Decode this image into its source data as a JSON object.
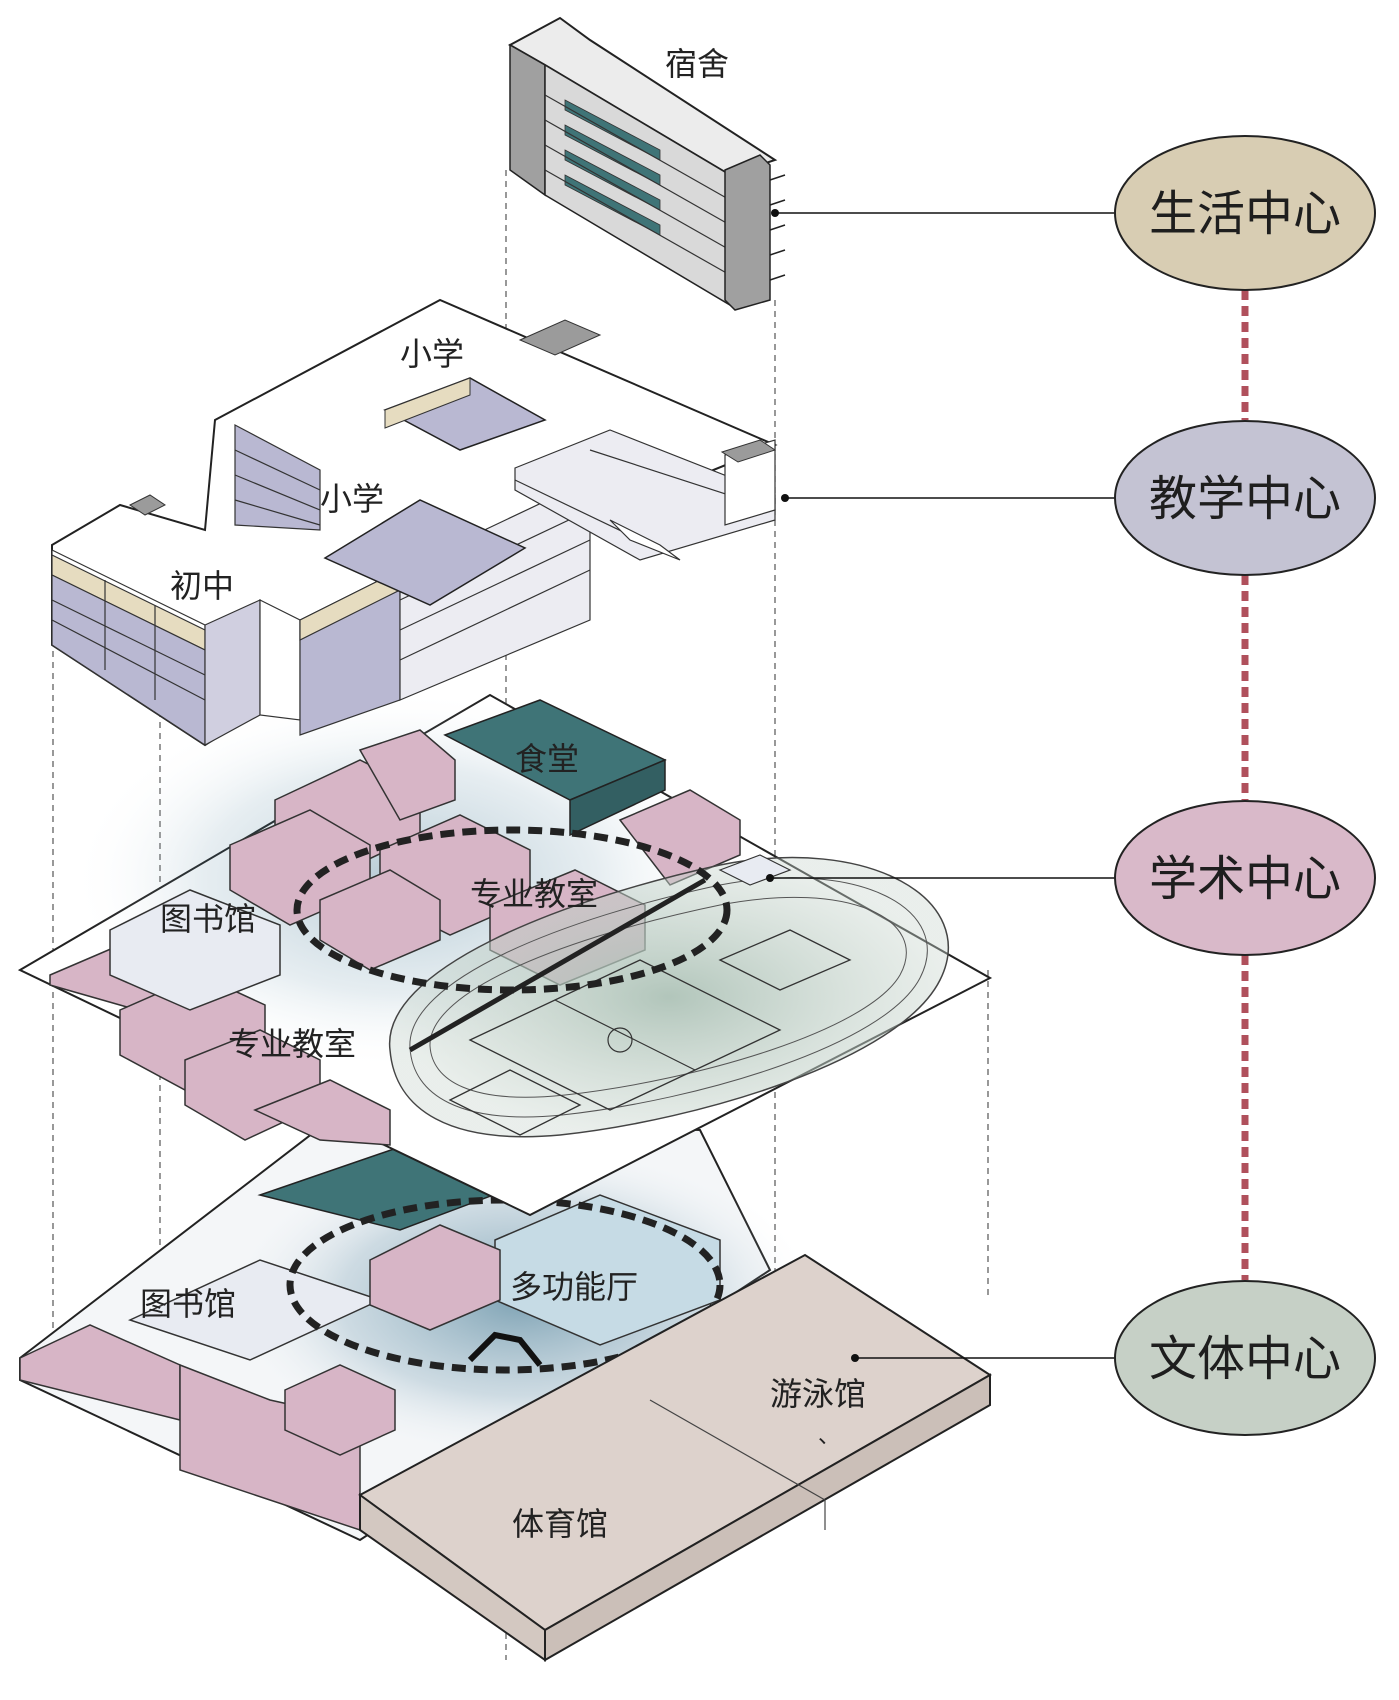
{
  "layers": {
    "dorm": {
      "label": "宿舍"
    },
    "teaching": {
      "primary_label_1": "小学",
      "primary_label_2": "小学",
      "junior_label": "初中"
    },
    "academic": {
      "canteen_label": "食堂",
      "library_label": "图书馆",
      "classroom_label_1": "专业教室",
      "classroom_label_2": "专业教室"
    },
    "sports": {
      "library_label": "图书馆",
      "hall_label": "多功能厅",
      "pool_label": "游泳馆",
      "gym_label": "体育馆",
      "pool_mark": "、"
    }
  },
  "centers": [
    {
      "label": "生活中心",
      "color": "#d8cdb3"
    },
    {
      "label": "教学中心",
      "color": "#c4c3d3"
    },
    {
      "label": "学术中心",
      "color": "#d9b9c9"
    },
    {
      "label": "文体中心",
      "color": "#c6d0c6"
    }
  ],
  "colors": {
    "pink": "#d7b5c6",
    "lavender": "#b9b8d2",
    "beige": "#e6dcc0",
    "teal": "#3f7477",
    "sports_green": "#c2d0c8",
    "pool_beige": "#ddd2cc",
    "connector_dash": "#b0505c"
  }
}
